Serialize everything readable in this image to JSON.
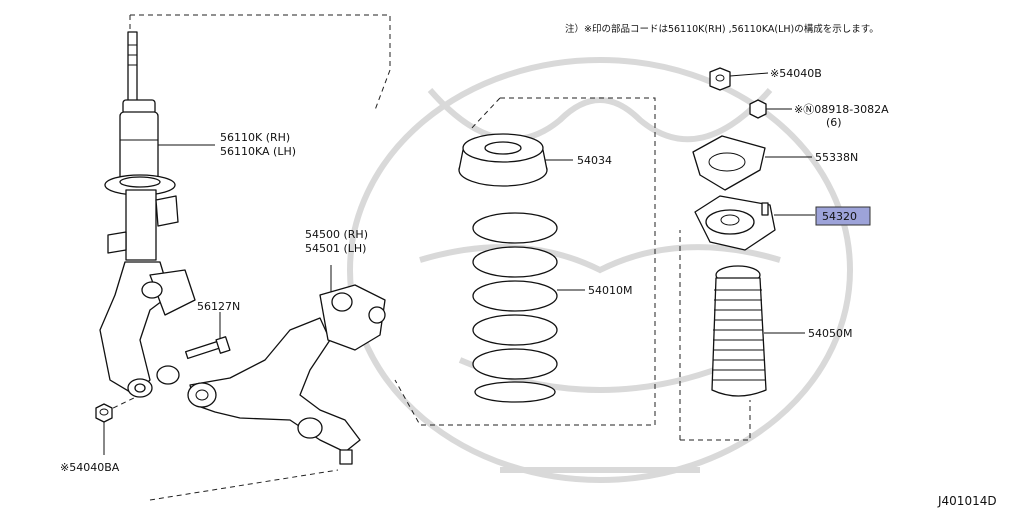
{
  "note": "注）※印の部品コードは56110K(RH) ,56110KA(LH)の構成を示します。",
  "drawing_code": "J401014D",
  "callouts": {
    "strut_rh": "56110K (RH)",
    "strut_lh": "56110KA (LH)",
    "lower_arm_rh": "54500 (RH)",
    "lower_arm_lh": "54501 (LH)",
    "bolt": "56127N",
    "nut_ba": "※54040BA",
    "spring_seat": "54034",
    "spring": "54010M",
    "nut_b": "※54040B",
    "bolt_std": "※Ⓝ08918-3082A",
    "bolt_std_qty": "(6)",
    "insulator_plate": "55338N",
    "mounting_insulator": "54320",
    "bound_bumper": "54050M"
  },
  "highlight_color": "#9da3d9"
}
